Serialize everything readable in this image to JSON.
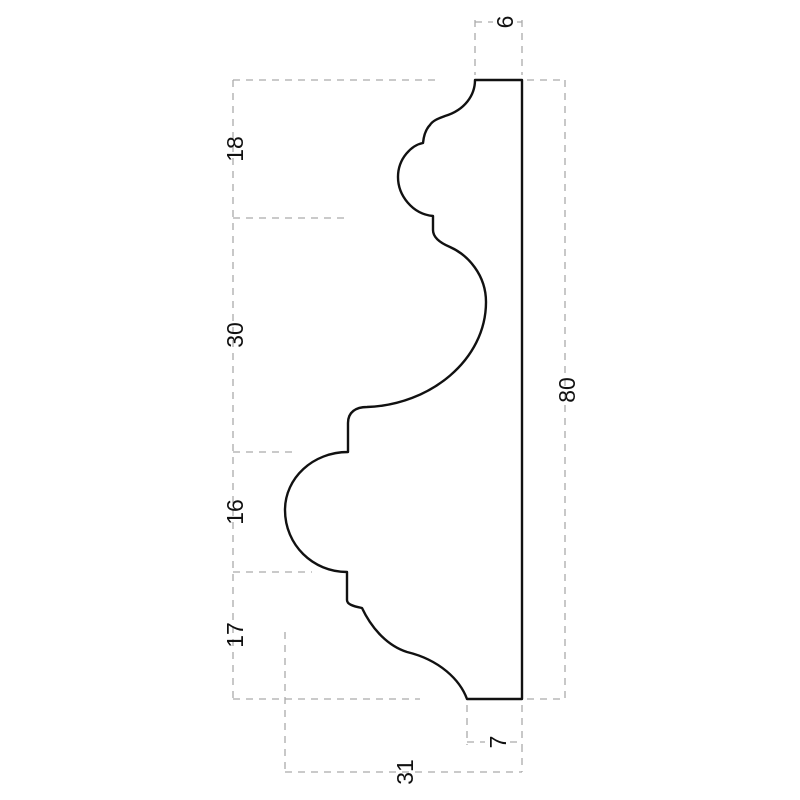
{
  "drawing": {
    "type": "molding-profile",
    "dimensions": {
      "top_width": "6",
      "bottom_width": "7",
      "total_depth": "31",
      "total_height": "80",
      "segments": [
        "18",
        "30",
        "16",
        "17"
      ]
    },
    "colors": {
      "line": "#111111",
      "dimension": "#aaaaaa"
    }
  }
}
